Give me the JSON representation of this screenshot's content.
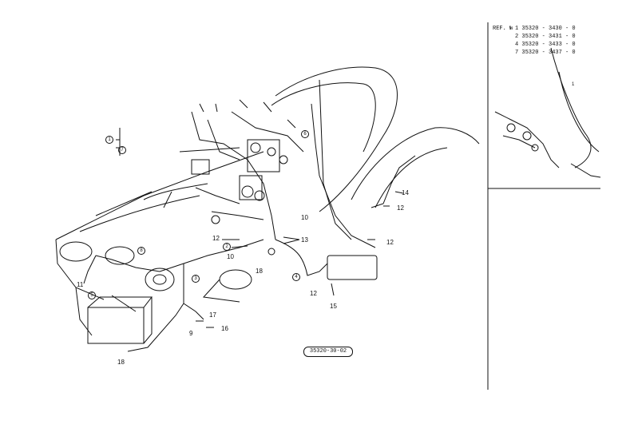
{
  "reference": {
    "prefix": "REF. №",
    "items": [
      {
        "marker": "1",
        "code": "35320 - 3430 - 0"
      },
      {
        "marker": "2",
        "code": "35320 - 3431 - 0"
      },
      {
        "marker": "4",
        "code": "35320 - 3433 - 0"
      },
      {
        "marker": "7",
        "code": "35320 - 3437 - 0"
      }
    ]
  },
  "callouts": {
    "c1": "1",
    "c2": "2",
    "c3": "3",
    "c4": "4",
    "c5": "5",
    "c6": "6",
    "c7": "7",
    "c8": "8",
    "c9": "9",
    "c10a": "10",
    "c10b": "10",
    "c11": "11",
    "c12a": "12",
    "c12b": "12",
    "c12c": "12",
    "c12d": "12",
    "c13": "13",
    "c14": "14",
    "c15": "15",
    "c16": "16",
    "c17": "17",
    "c18a": "18",
    "c18b": "18",
    "inset1": "1"
  },
  "figure_number": "35320-30-02"
}
